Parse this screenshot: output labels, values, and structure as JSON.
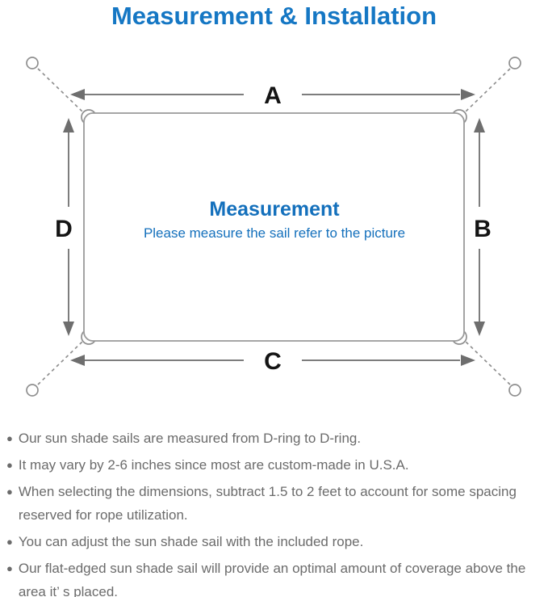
{
  "title": "Measurement & Installation",
  "colors": {
    "accent_blue": "#1577c4",
    "center_blue": "#1470bc",
    "line_gray": "#8f8f8f",
    "arrow_gray": "#6e6e6e",
    "note_gray": "#6b6b6b"
  },
  "diagram": {
    "side_labels": {
      "top": "A",
      "right": "B",
      "bottom": "C",
      "left": "D"
    },
    "center_title": "Measurement",
    "center_subtitle": "Please measure the sail refer to the picture",
    "icons": [
      "anchor-ring-icon (outlined circle at each of 4 corners)",
      "d-ring-icon (small ring bump on each sail corner)",
      "double-arrow-icon (dimension arrows A, B, C, D)",
      "dashed-rope-line (corner ring to sail d-ring)"
    ]
  },
  "bullet_glyph": "●",
  "notes": [
    "Our sun shade sails are measured from D-ring to D-ring.",
    "It may vary by 2-6 inches since most are custom-made in U.S.A.",
    "When selecting the dimensions, subtract 1.5 to 2 feet to account for some spacing reserved for rope utilization.",
    "You can adjust the sun shade sail with the included rope.",
    "Our flat-edged sun shade sail will provide an optimal amount of coverage above the area it’ s placed."
  ]
}
